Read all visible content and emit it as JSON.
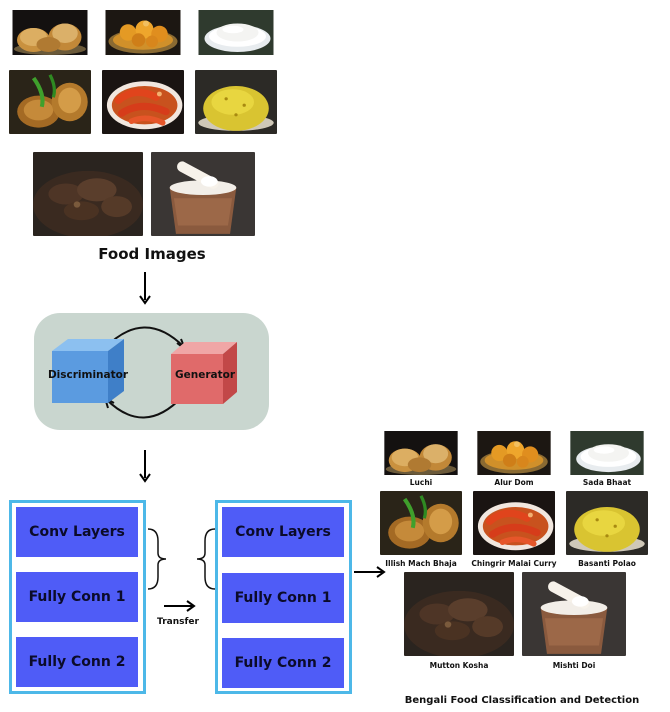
{
  "food_images_label": "Food Images",
  "gan": {
    "discriminator_label": "Discriminator",
    "generator_label": "Generator"
  },
  "cnn_source": {
    "blocks": [
      "Conv Layers",
      "Fully Conn 1",
      "Fully Conn 2"
    ]
  },
  "cnn_target": {
    "blocks": [
      "Conv Layers",
      "Fully Conn 1",
      "Fully Conn 2"
    ]
  },
  "transfer_label": "Transfer",
  "output": {
    "dishes": [
      "Luchi",
      "Alur Dom",
      "Sada Bhaat",
      "Illish Mach Bhaja",
      "Chingrir Malai Curry",
      "Basanti Polao",
      "Mutton Kosha",
      "Mishti Doi"
    ],
    "caption": "Bengali Food Classification and Detection"
  },
  "colors": {
    "gan_background": "#c9d6cf",
    "discriminator_cube": "#5b9be0",
    "generator_cube": "#e06a6a",
    "cnn_border": "#4db8e8",
    "layer_block": "#4f5cf7"
  }
}
